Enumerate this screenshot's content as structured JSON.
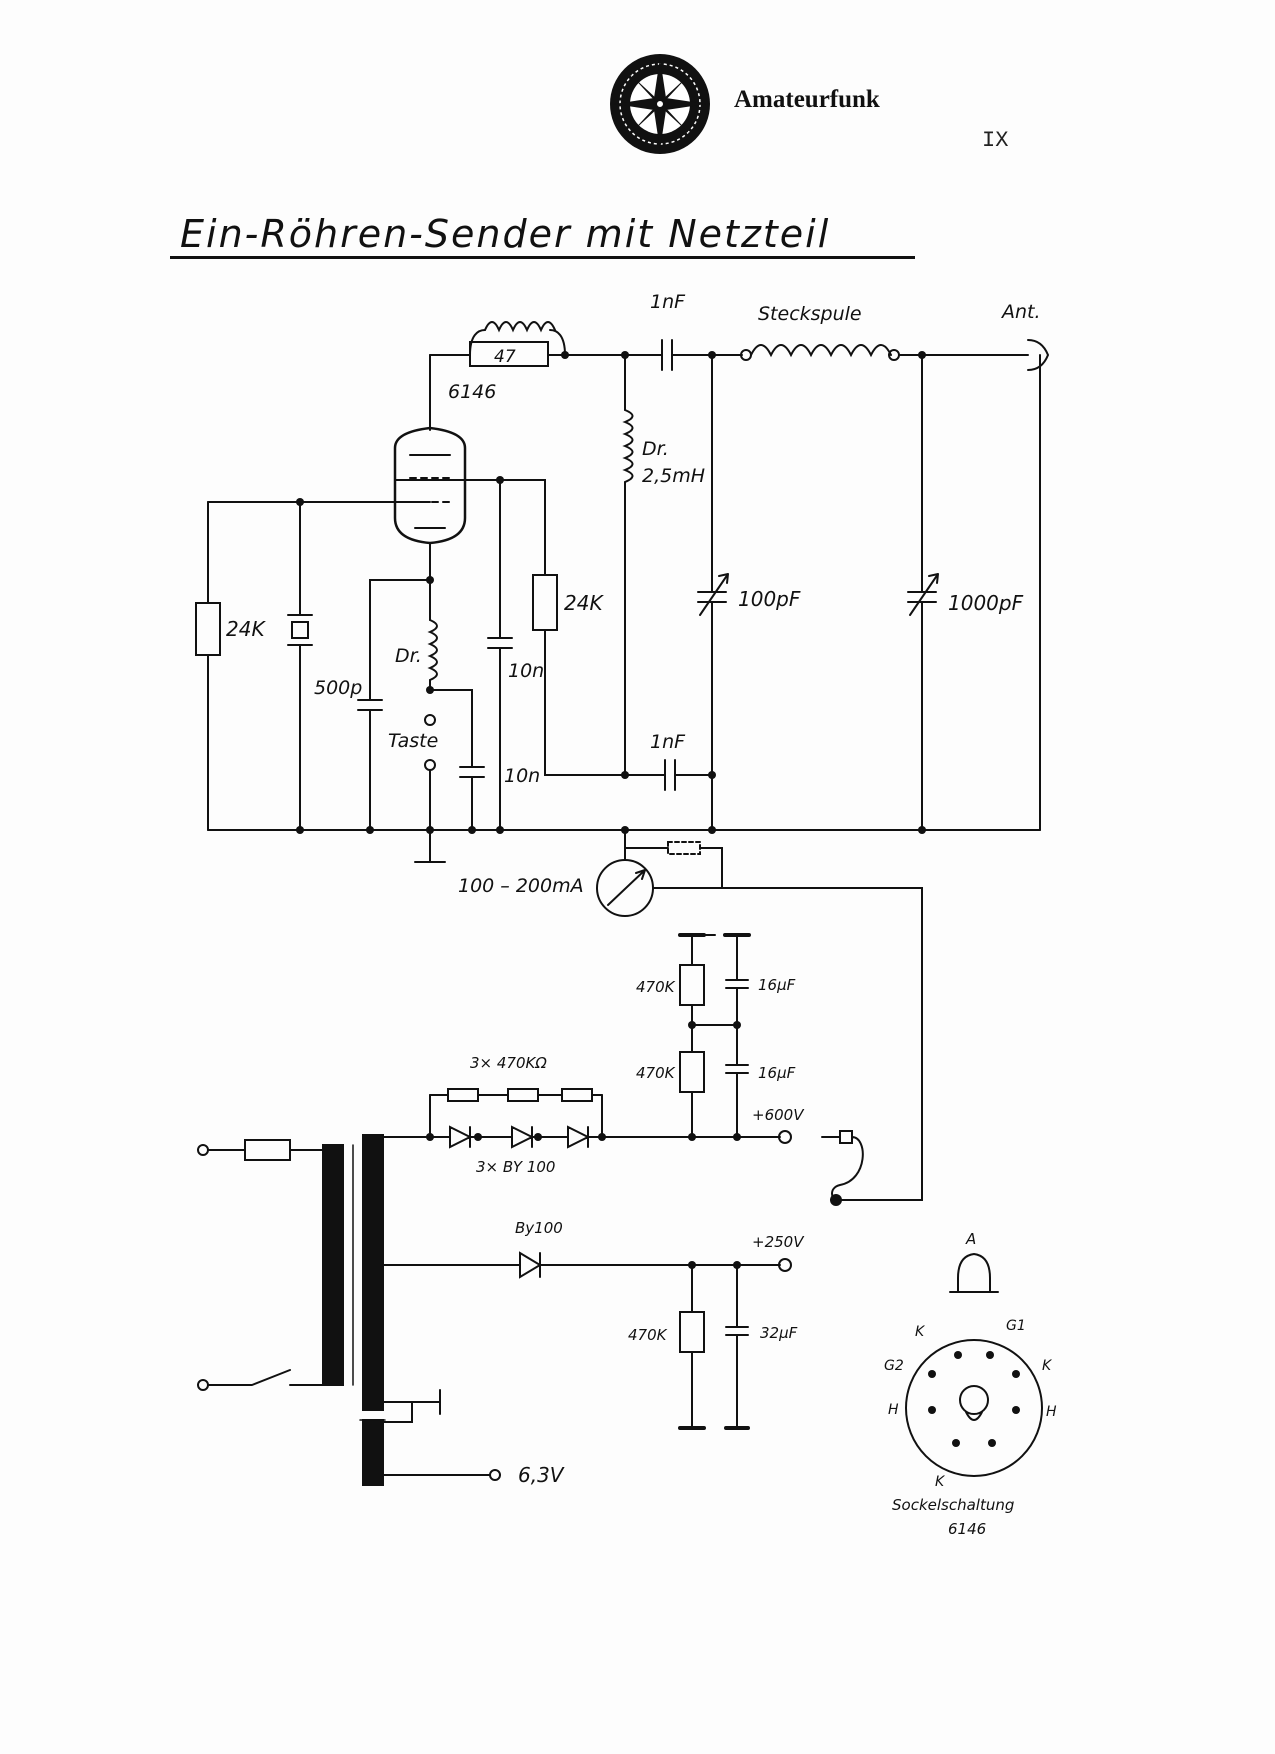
{
  "header": {
    "brand": "Amateurfunk",
    "page_number": "IX",
    "logo_icon": "compass-rose-icon"
  },
  "title": "Ein-Röhren-Sender mit Netzteil",
  "labels": {
    "tube": "6146",
    "anode_res": "47",
    "cap_top": "1nF",
    "steckspule": "Steckspule",
    "antenna": "Ant.",
    "choke_dr": "Dr.",
    "choke_val": "2,5mH",
    "cap_100pf": "100pF",
    "cap_1000pf": "1000pF",
    "res_grid": "24K",
    "res_screen": "24K",
    "cap_500p": "500p",
    "choke_cat": "Dr.",
    "taste": "Taste",
    "cap_10n_a": "10n",
    "cap_10n_b": "10n",
    "cap_bottom": "1nF",
    "meter": "100 – 200mA",
    "r470_1": "470K",
    "r470_2": "470K",
    "r470_3": "470K",
    "c16_1": "16µF",
    "c16_2": "16µF",
    "c32": "32µF",
    "res_chain": "3× 470KΩ",
    "diodes": "3× BY 100",
    "diode_single": "By100",
    "v600": "+600V",
    "v250": "+250V",
    "v63": "6,3V"
  },
  "socket": {
    "anode": "A",
    "pins": [
      "K",
      "G1",
      "K",
      "H",
      "K",
      "H",
      "G2"
    ],
    "caption_line1": "Sockelschaltung",
    "caption_line2": "6146"
  }
}
